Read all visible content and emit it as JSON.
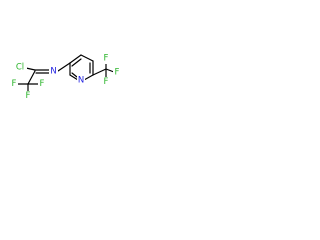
{
  "molecule": {
    "atoms": {
      "cl": "Cl",
      "n_imine": "N",
      "n_ring": "N",
      "f1": "F",
      "f2": "F",
      "f3": "F",
      "f4": "F",
      "f5": "F",
      "f6": "F"
    }
  },
  "colors": {
    "bond": "#000000",
    "chlorine": "#2db52d",
    "nitrogen": "#2020e0",
    "fluorine": "#2db52d"
  }
}
